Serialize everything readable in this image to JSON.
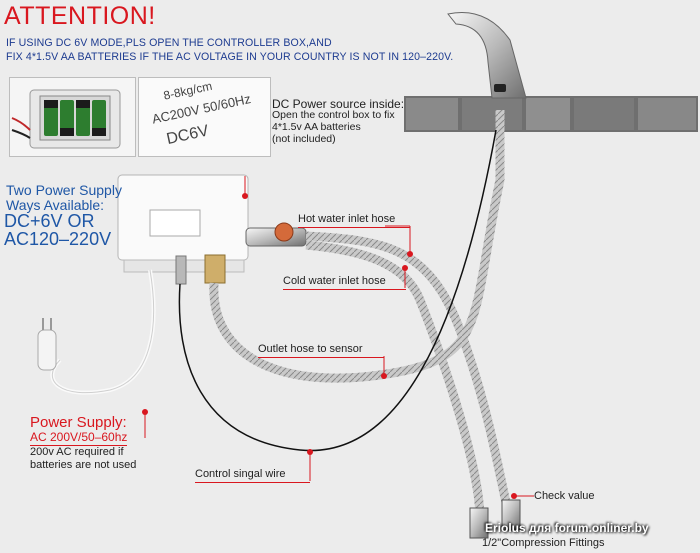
{
  "header": {
    "title": "ATTENTION!",
    "line1": "IF USING  DC 6V MODE,PLS OPEN THE CONTROLLER BOX,AND",
    "line2": "FIX 4*1.5V AA BATTERIES IF THE AC VOLTAGE IN YOUR COUNTRY IS NOT IN 120–220V."
  },
  "label_photo": {
    "line1": "8-8kg/cm",
    "line2": "AC200V 50/60Hz",
    "line3": "DC6V"
  },
  "dc_note": {
    "title": "DC Power source inside:",
    "line1": "Open the control box to fix",
    "line2": "4*1.5v AA batteries",
    "line3": "(not included)"
  },
  "two_power": {
    "line1": "Two Power Supply",
    "line2": "Ways Available:",
    "line3": "DC+6V OR",
    "line4": "AC120–220V"
  },
  "power_supply": {
    "title": "Power Supply:",
    "value": "AC 200V/50–60hz",
    "note1": "200v AC required if",
    "note2": "batteries are not used"
  },
  "callouts": {
    "hot": "Hot water inlet hose",
    "cold": "Cold water inlet hose",
    "outlet": "Outlet hose to sensor",
    "control": "Control singal wire",
    "check": "Check value",
    "compression": "1/2\"Compression Fittings"
  },
  "watermark": "Eriolus для forum.onliner.by",
  "colors": {
    "red": "#d9171f",
    "blue": "#1f57a6",
    "navy": "#1d3b90"
  }
}
